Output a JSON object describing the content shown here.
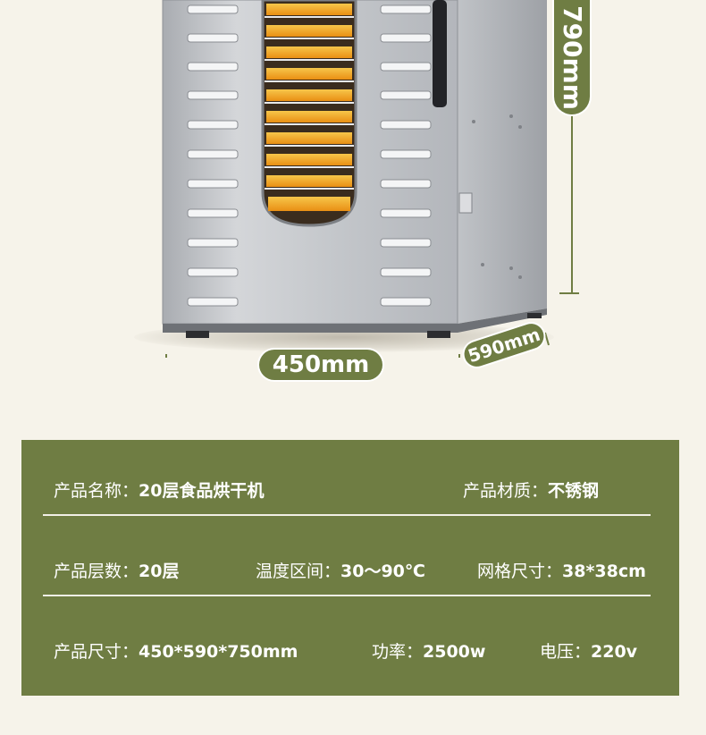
{
  "dimensions": {
    "height_label": "790mm",
    "width_label": "450mm",
    "depth_label": "590mm"
  },
  "colors": {
    "panel_green": "#6f7d43",
    "background": "#f6f3ea",
    "stainless": "#c9cbcf",
    "food_orange": "#f4a62a"
  },
  "specs": {
    "row1": [
      {
        "label": "产品名称：",
        "value": "20层食品烘干机"
      },
      {
        "label": "产品材质：",
        "value": "不锈钢"
      }
    ],
    "row2": [
      {
        "label": "产品层数：",
        "value": "20层"
      },
      {
        "label": "温度区间：",
        "value": "30～90℃"
      },
      {
        "label": "网格尺寸：",
        "value": "38*38cm"
      }
    ],
    "row3": [
      {
        "label": "产品尺寸：",
        "value": "450*590*750mm"
      },
      {
        "label": "功率：",
        "value": "2500w"
      },
      {
        "label": "电压：",
        "value": "220v"
      }
    ]
  }
}
